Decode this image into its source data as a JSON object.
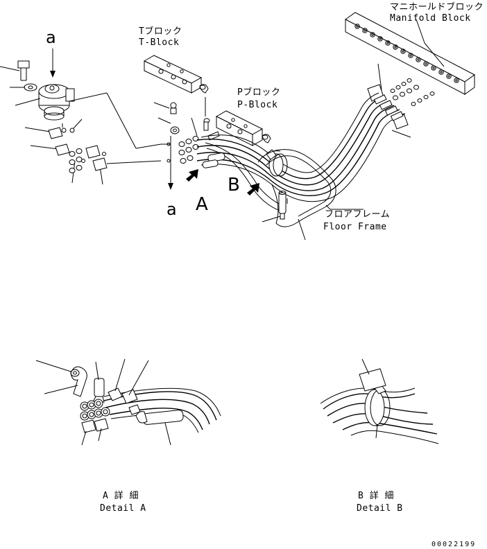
{
  "labels": {
    "t_block_jp": "Tブロック",
    "t_block_en": "T-Block",
    "p_block_jp": "Pブロック",
    "p_block_en": "P-Block",
    "manifold_jp": "マニホールドブロック",
    "manifold_en": "Manifold Block",
    "floor_frame_jp": "フロアフレーム",
    "floor_frame_en": "Floor Frame",
    "view_a_top": "a",
    "view_a_bottom": "a",
    "arrow_a": "A",
    "arrow_b": "B",
    "detail_a_jp": "A 詳 細",
    "detail_a_en": "Detail A",
    "detail_b_jp": "B 詳 細",
    "detail_b_en": "Detail B",
    "drawing_number": "00022199"
  },
  "colors": {
    "ink": "#000000",
    "paper": "#ffffff"
  }
}
